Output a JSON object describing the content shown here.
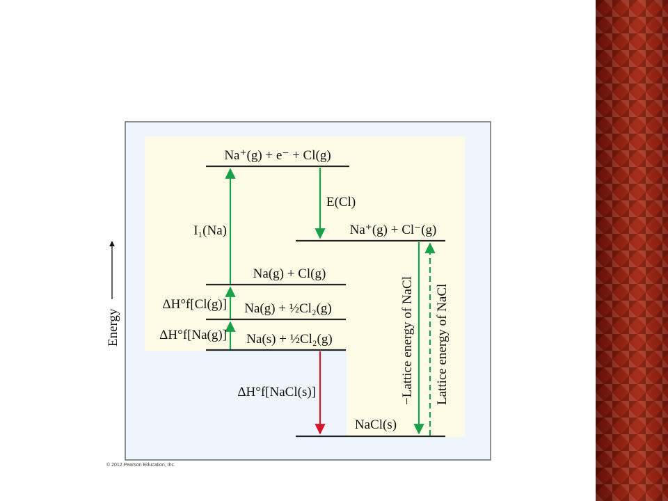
{
  "colors": {
    "panel_bg": "#eef6fb",
    "cream": "#fdfbe6",
    "green": "#1aa04a",
    "red": "#d4152a",
    "band": "#8a1d0f"
  },
  "y_axis_label": "Energy",
  "levels": {
    "ions": "Na⁺(g) + e⁻ + Cl(g)",
    "ion_pair": "Na⁺(g) + Cl⁻(g)",
    "gas_atoms": "Na(g) + Cl(g)",
    "na_gas_cl2": "Na(g) + ½Cl₂(g)",
    "standard": "Na(s) + ½Cl₂(g)",
    "product": "NaCl(s)"
  },
  "steps": {
    "ionization": "I₁(Na)",
    "electron_affinity": "E(Cl)",
    "enthalpy_cl": "ΔH°f[Cl(g)]",
    "enthalpy_na": "ΔH°f[Na(g)]",
    "enthalpy_nacl": "ΔH°f[NaCl(s)]",
    "neg_lattice": "−Lattice energy of NaCl",
    "lattice": "Lattice energy of NaCl"
  },
  "copyright": "© 2012 Pearson Education, Inc."
}
